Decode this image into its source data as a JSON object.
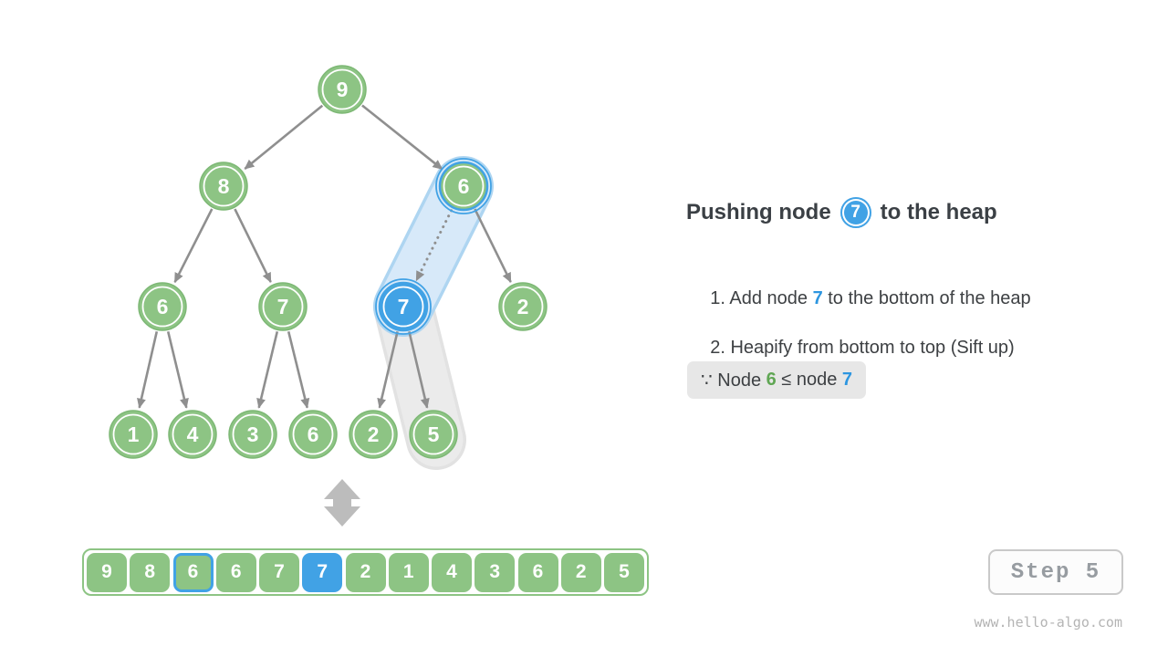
{
  "panel": {
    "title": {
      "prefix": "Pushing node",
      "node_value": "7",
      "suffix": "to the heap"
    },
    "steps": [
      {
        "prefix": "1. Add node ",
        "highlight": "7",
        "suffix": " to the bottom of the heap"
      },
      {
        "prefix": "2. Heapify from bottom to top (Sift up)",
        "highlight": "",
        "suffix": ""
      }
    ],
    "note": {
      "prefix": "∵ Node ",
      "green_value": "6",
      "middle": " ≤ node ",
      "blue_value": "7"
    }
  },
  "tree": {
    "nodes": [
      {
        "value": "9",
        "highlight": "none"
      },
      {
        "value": "8",
        "highlight": "none"
      },
      {
        "value": "6",
        "highlight": "blue-ring"
      },
      {
        "value": "6",
        "highlight": "none"
      },
      {
        "value": "7",
        "highlight": "none"
      },
      {
        "value": "7",
        "highlight": "blue-fill"
      },
      {
        "value": "2",
        "highlight": "none"
      },
      {
        "value": "1",
        "highlight": "none"
      },
      {
        "value": "4",
        "highlight": "none"
      },
      {
        "value": "3",
        "highlight": "none"
      },
      {
        "value": "6",
        "highlight": "none"
      },
      {
        "value": "2",
        "highlight": "none"
      },
      {
        "value": "5",
        "highlight": "none"
      }
    ],
    "edges": [
      [
        0,
        1
      ],
      [
        0,
        2
      ],
      [
        1,
        3
      ],
      [
        1,
        4
      ],
      [
        2,
        6
      ],
      [
        3,
        7
      ],
      [
        3,
        8
      ],
      [
        4,
        9
      ],
      [
        4,
        10
      ],
      [
        5,
        11
      ],
      [
        5,
        12
      ]
    ],
    "sift_up_comparison": {
      "from_node": "6",
      "to_node": "7",
      "style": "dotted-arrow"
    },
    "highlight_capsules": [
      {
        "color": "blue",
        "between": [
          "6",
          "7"
        ]
      },
      {
        "color": "gray",
        "between": [
          "7",
          "5"
        ]
      }
    ]
  },
  "array": {
    "values": [
      "9",
      "8",
      "6",
      "6",
      "7",
      "7",
      "2",
      "1",
      "4",
      "3",
      "6",
      "2",
      "5"
    ],
    "outline_index": 2,
    "filled_index": 5
  },
  "step_badge": {
    "label": "Step 5"
  },
  "footer": {
    "url": "www.hello-algo.com"
  },
  "icons": {
    "equivalence": "double-vertical-arrow-icon"
  },
  "colors": {
    "node_green": "#8dc484",
    "node_blue": "#41a2e5",
    "edge_gray": "#8f8f8f",
    "capsule_blue": "#d7e9f9",
    "capsule_gray": "#ebebeb",
    "text_dark": "#3d4043",
    "text_green": "#5fa653",
    "text_blue": "#2d96e0",
    "note_background": "#e7e7e7"
  }
}
